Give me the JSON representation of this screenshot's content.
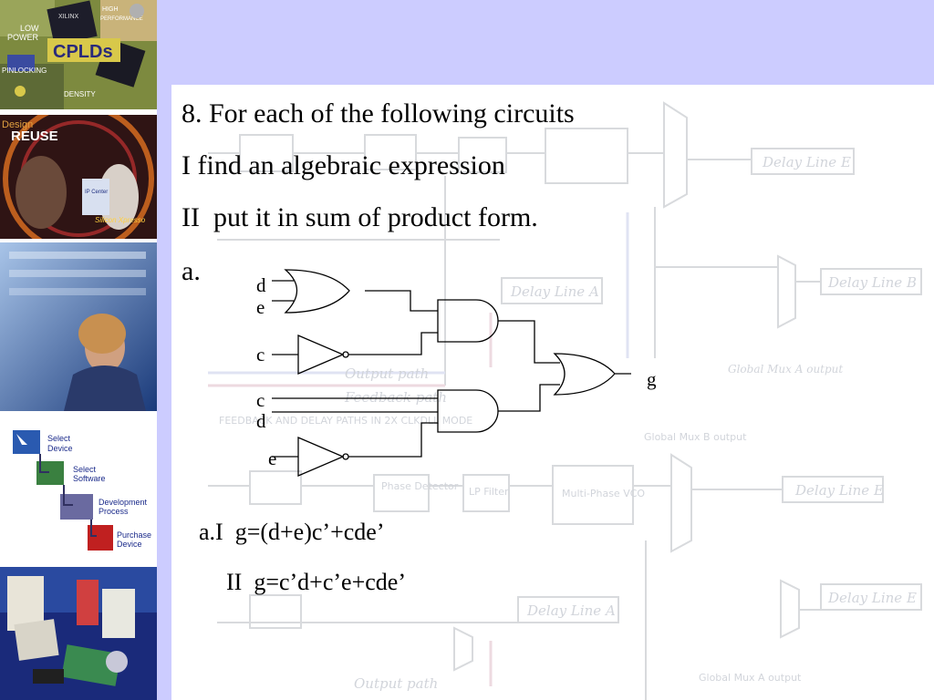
{
  "slide": {
    "q_line1": "8. For each of the following circuits",
    "q_line2": "I find an algebraic expression",
    "q_line3": "II  put it in sum of product form.",
    "part_label": "a.",
    "answer_1": "a.I  g=(d+e)c’+cde’",
    "answer_2": "II  g=c’d+c’e+cde’"
  },
  "circuit": {
    "in_d1": "d",
    "in_e1": "e",
    "in_c1": "c",
    "in_c2": "c",
    "in_d2": "d",
    "in_e2": "e",
    "out_g": "g"
  },
  "sidebar": {
    "panel1_words": [
      "LOW",
      "POWER",
      "CPLDs",
      "PINLOCKING",
      "DENSITY",
      "HIGH",
      "PERFORMANCE",
      "XILINX"
    ],
    "panel2_words": [
      "Design",
      "REUSE",
      "Silicon Xpresso",
      "IP Center"
    ],
    "panel4_items": [
      "Select",
      "Device",
      "Select",
      "Software",
      "Development",
      "Process",
      "Purchase",
      "Device"
    ]
  },
  "background_watermark": [
    "Delay Line E",
    "Delay Line B",
    "Delay Line A",
    "Delay Line E",
    "Delay Line E",
    "Delay Line A",
    "Output path",
    "Feedback path",
    "FEEDBACK AND DELAY PATHS IN 2X CLKDLL MODE",
    "Global Mux B output",
    "Global Mux A output",
    "Phase Detector",
    "LP Filter",
    "Multi-Phase VCO",
    "Global Mux A output",
    "Output path"
  ],
  "colors": {
    "band": "#ccccff",
    "text": "#000000"
  }
}
